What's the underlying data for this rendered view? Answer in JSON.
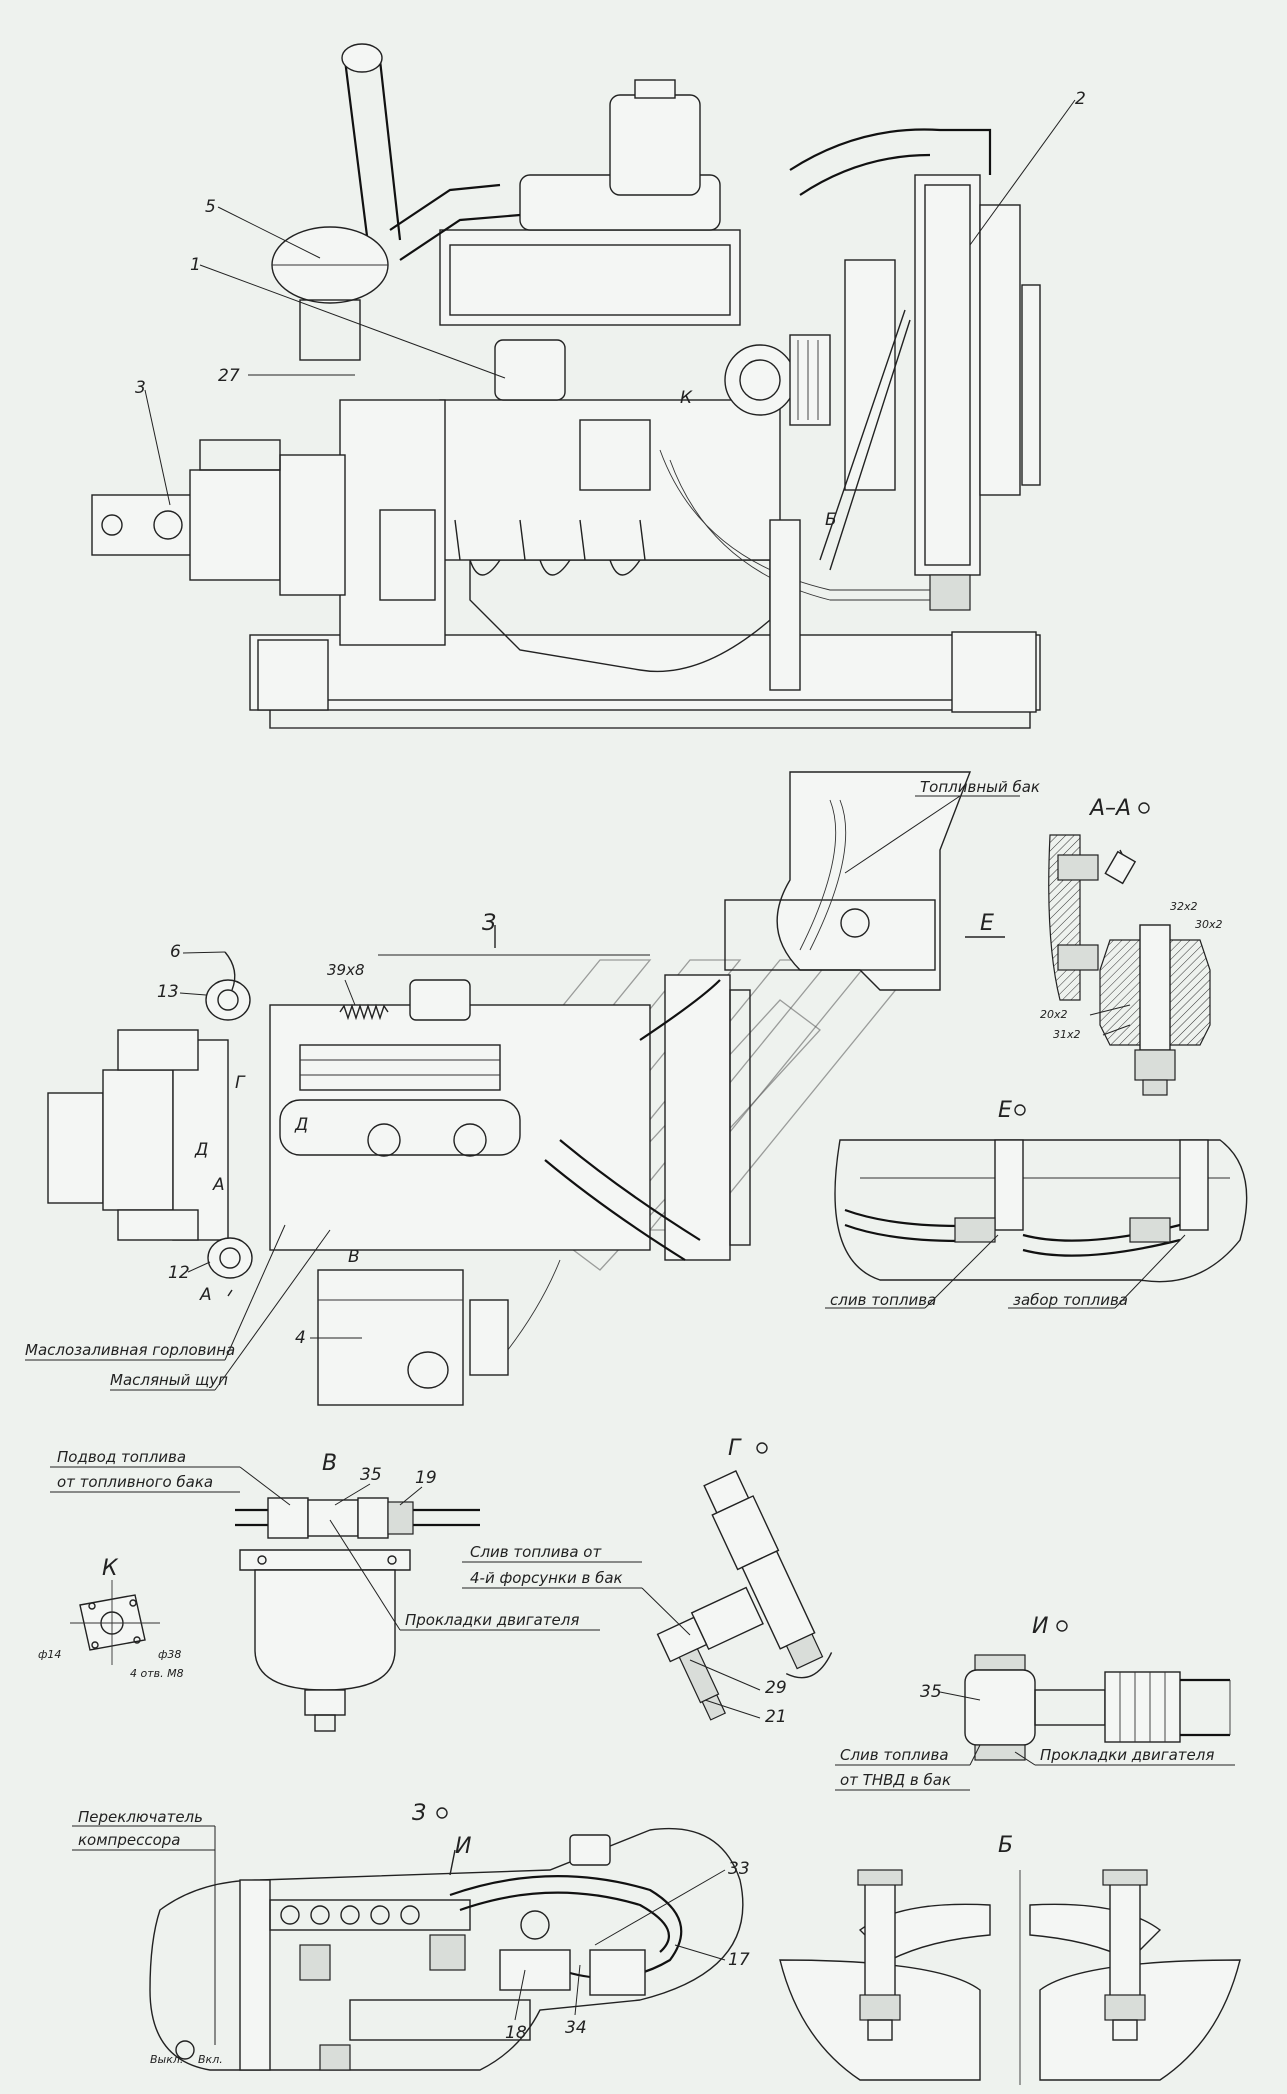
{
  "top_view": {
    "callouts": [
      "2",
      "5",
      "1",
      "3",
      "27"
    ],
    "labels": {
      "k": "К",
      "b": "Б"
    }
  },
  "plan_view": {
    "callouts": [
      "6",
      "13",
      "39x8",
      "12",
      "4"
    ],
    "section_3": "З",
    "tank": "Топливный бак",
    "arrow_e": "Е",
    "arrows": {
      "a": "А",
      "d": "Д",
      "g": "Г",
      "v": "В"
    },
    "oil_filler": "Маслозаливная горловина",
    "dipstick": "Масляный щуп"
  },
  "view_aa": {
    "title": "А–А",
    "dims": [
      "32x2",
      "30x2",
      "20x2",
      "31x2"
    ]
  },
  "view_e": {
    "title": "Е",
    "drain": "слив топлива",
    "intake": "забор топлива"
  },
  "view_v": {
    "title": "В",
    "supply_l1": "Подвод топлива",
    "supply_l2": "от топливного бака",
    "callouts": [
      "35",
      "19"
    ],
    "gaskets": "Прокладки двигателя"
  },
  "view_k": {
    "title": "К",
    "dims": [
      "ф14",
      "ф38",
      "4 отв. М8"
    ]
  },
  "view_g": {
    "title": "Г",
    "drain_l1": "Слив топлива от",
    "drain_l2": "4-й форсунки в бак",
    "callouts": [
      "29",
      "21"
    ]
  },
  "view_i": {
    "title": "И",
    "callout": "35",
    "drain_l1": "Слив топлива",
    "drain_l2": "от ТНВД в бак",
    "gaskets": "Прокладки двигателя"
  },
  "view_z": {
    "title": "З",
    "arrow_i": "И",
    "switch_l1": "Переключатель",
    "switch_l2": "компрессора",
    "off": "Выкл.",
    "on": "Вкл.",
    "callouts": [
      "33",
      "17",
      "18",
      "34"
    ]
  },
  "view_b": {
    "title": "Б"
  }
}
